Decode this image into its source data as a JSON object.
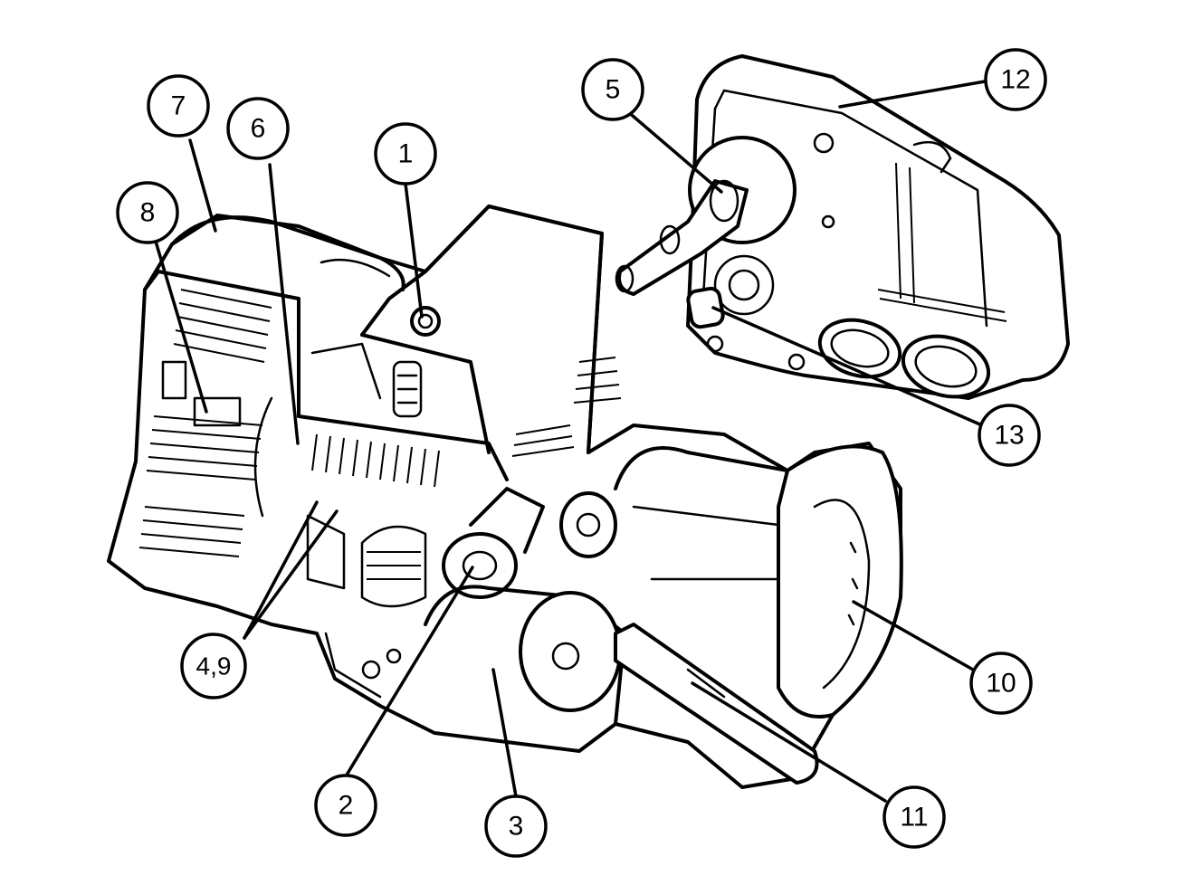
{
  "callouts": {
    "c1": "1",
    "c2": "2",
    "c3": "3",
    "c49": "4,9",
    "c5": "5",
    "c6": "6",
    "c7": "7",
    "c8": "8",
    "c10": "10",
    "c11": "11",
    "c12": "12",
    "c13": "13"
  },
  "colors": {
    "line": "#000000",
    "background": "#ffffff"
  }
}
